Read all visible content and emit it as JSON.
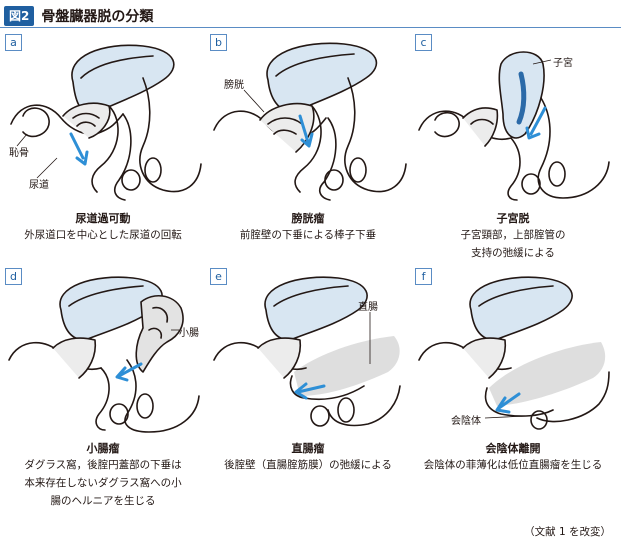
{
  "header": {
    "figure_no": "図2",
    "title": "骨盤臓器脱の分類"
  },
  "panels": [
    {
      "id": "a",
      "title": "尿道過可動",
      "desc": "外尿道口を中心とした尿道の回転",
      "labels": [
        "恥骨",
        "尿道"
      ]
    },
    {
      "id": "b",
      "title": "膀胱瘤",
      "desc": "前腟壁の下垂による棒子下垂",
      "labels": [
        "膀胱"
      ]
    },
    {
      "id": "c",
      "title": "子宮脱",
      "desc": "子宮頸部，上部腟管の\n支持の弛緩による",
      "labels": [
        "子宮"
      ]
    },
    {
      "id": "d",
      "title": "小腸瘤",
      "desc": "ダグラス窩，後腟円蓋部の下垂は\n本来存在しないダグラス窩への小\n腸のヘルニアを生じる",
      "labels": [
        "小腸"
      ]
    },
    {
      "id": "e",
      "title": "直腸瘤",
      "desc": "後腟壁（直腸腟筋膜）の弛緩による",
      "labels": [
        "直腸"
      ]
    },
    {
      "id": "f",
      "title": "会陰体離開",
      "desc": "会陰体の菲薄化は低位直腸瘤を生じる",
      "labels": [
        "会陰体"
      ]
    }
  ],
  "credit": "（文献 1 を改変）",
  "colors": {
    "accent": "#1f5fa0",
    "bladder": "#d8e6f2",
    "arrow": "#2e8fd6",
    "gray": "#e3e3e3",
    "line": "#231815"
  }
}
